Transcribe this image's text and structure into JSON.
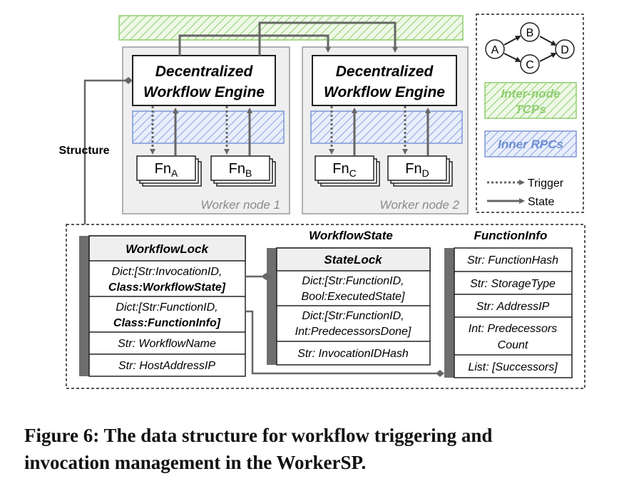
{
  "worker_nodes": [
    {
      "label": "Worker node 1",
      "engine": [
        "Decentralized",
        "Workflow Engine"
      ],
      "functions": [
        {
          "name": "Fn",
          "sub": "A"
        },
        {
          "name": "Fn",
          "sub": "B"
        }
      ]
    },
    {
      "label": "Worker node 2",
      "engine": [
        "Decentralized",
        "Workflow Engine"
      ],
      "functions": [
        {
          "name": "Fn",
          "sub": "C"
        },
        {
          "name": "Fn",
          "sub": "D"
        }
      ]
    }
  ],
  "dag_nodes": [
    "A",
    "B",
    "C",
    "D"
  ],
  "legend": {
    "tcp": [
      "Inter-node",
      "TCPs"
    ],
    "rpc": "Inner RPCs",
    "trigger": "Trigger",
    "state": "State"
  },
  "structure_label": "Structure",
  "workflow_lock": {
    "title": "WorkflowLock",
    "rows": [
      [
        "Dict:[Str:InvocationID,",
        "Class:WorkflowState]"
      ],
      [
        "Dict:[Str:FunctionID,",
        "Class:FunctionInfo]"
      ],
      [
        "Str: WorkflowName"
      ],
      [
        "Str: HostAddressIP"
      ]
    ]
  },
  "workflow_state": {
    "heading": "WorkflowState",
    "title": "StateLock",
    "rows": [
      [
        "Dict:[Str:FunctionID,",
        "Bool:ExecutedState]"
      ],
      [
        "Dict:[Str:FunctionID,",
        "Int:PredecessorsDone]"
      ],
      [
        "Str: InvocationIDHash"
      ]
    ]
  },
  "function_info": {
    "heading": "FunctionInfo",
    "rows": [
      [
        "Str: FunctionHash"
      ],
      [
        "Str: StorageType"
      ],
      [
        "Str: AddressIP"
      ],
      [
        "Int: Predecessors",
        "Count"
      ],
      [
        "List: [Successors]"
      ]
    ]
  },
  "caption": [
    "Figure 6:  The data structure for workflow triggering and",
    "invocation management in the WorkerSP."
  ],
  "colors": {
    "green": "#8fce6e",
    "blue": "#6f8fd4",
    "gray_bar": "#6e6e6e",
    "node_fill": "#efefef",
    "node_stroke": "#9a9a9a"
  }
}
